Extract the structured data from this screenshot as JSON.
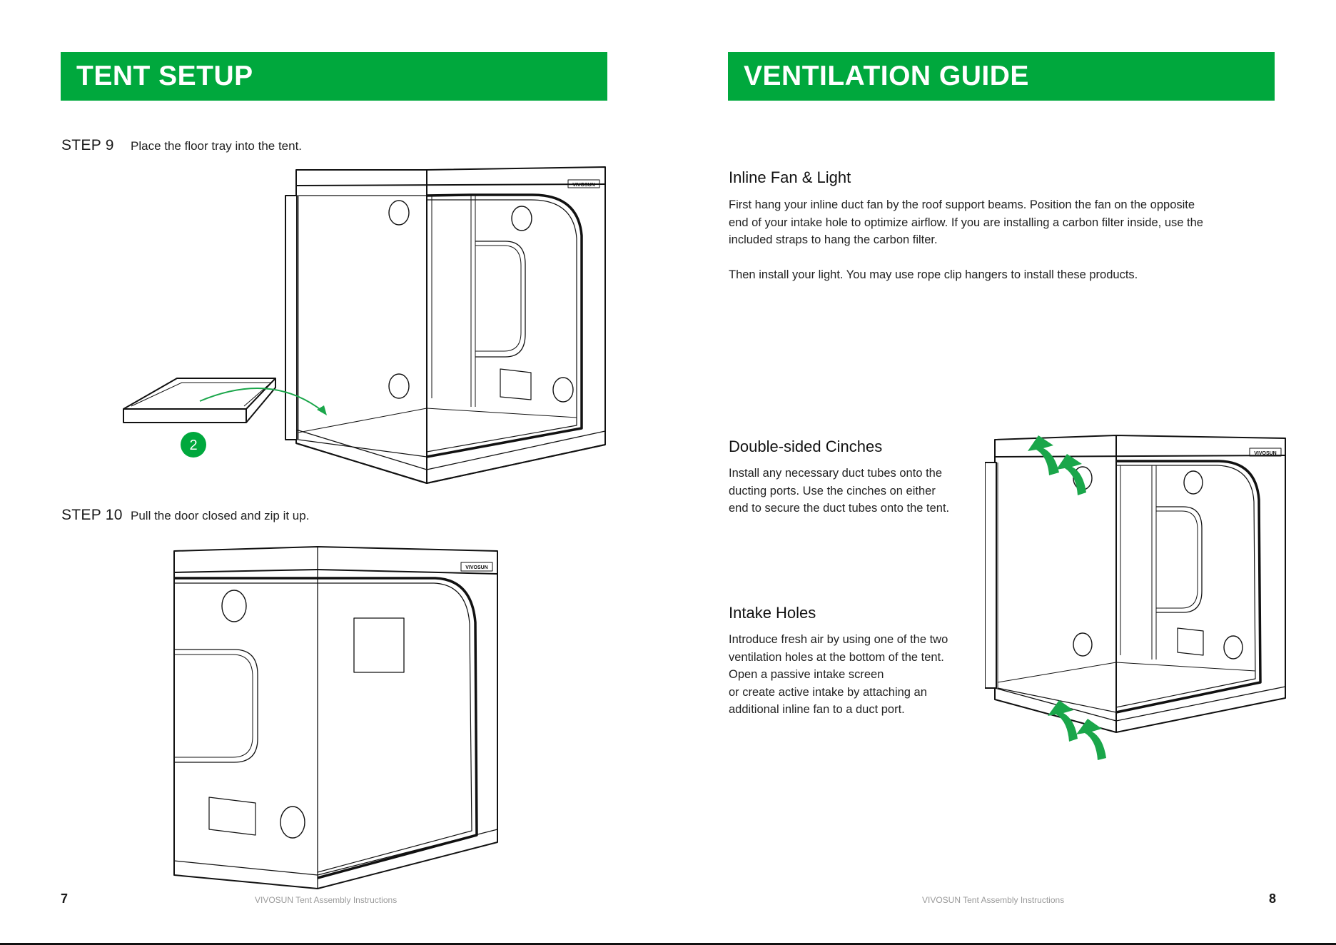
{
  "left_page": {
    "banner_title": "TENT SETUP",
    "step9": {
      "label": "STEP 9",
      "text": "Place the floor tray into the tent."
    },
    "step10": {
      "label": "STEP 10",
      "text": "Pull the door closed and zip it up."
    },
    "callout_number": "2",
    "brand_logo": "VIVOSUN",
    "page_number": "7",
    "footer_text": "VIVOSUN Tent Assembly Instructions"
  },
  "right_page": {
    "banner_title": "VENTILATION GUIDE",
    "sections": [
      {
        "heading": "Inline Fan & Light",
        "paragraphs": [
          "First hang your inline duct fan by the roof support beams. Position the fan on the opposite",
          "end of your intake hole to optimize airflow. If you are installing a carbon filter inside, use the",
          "included straps to hang the carbon filter.",
          "",
          "Then install your light. You may use rope clip hangers to install these products."
        ]
      },
      {
        "heading": "Double-sided Cinches",
        "paragraphs": [
          "Install any necessary duct tubes onto the",
          "ducting ports. Use the cinches on either",
          "end to secure the duct tubes onto the tent."
        ]
      },
      {
        "heading": "Intake Holes",
        "paragraphs": [
          "Introduce fresh air by using one of the two",
          "ventilation holes at the bottom of the tent.",
          "Open a passive intake screen",
          "or create active intake by attaching an",
          "additional inline fan to a duct port."
        ]
      }
    ],
    "brand_logo": "VIVOSUN",
    "page_number": "8",
    "footer_text": "VIVOSUN Tent Assembly Instructions"
  },
  "colors": {
    "accent_green": "#00a83d",
    "arrow_green": "#1aa64a"
  }
}
